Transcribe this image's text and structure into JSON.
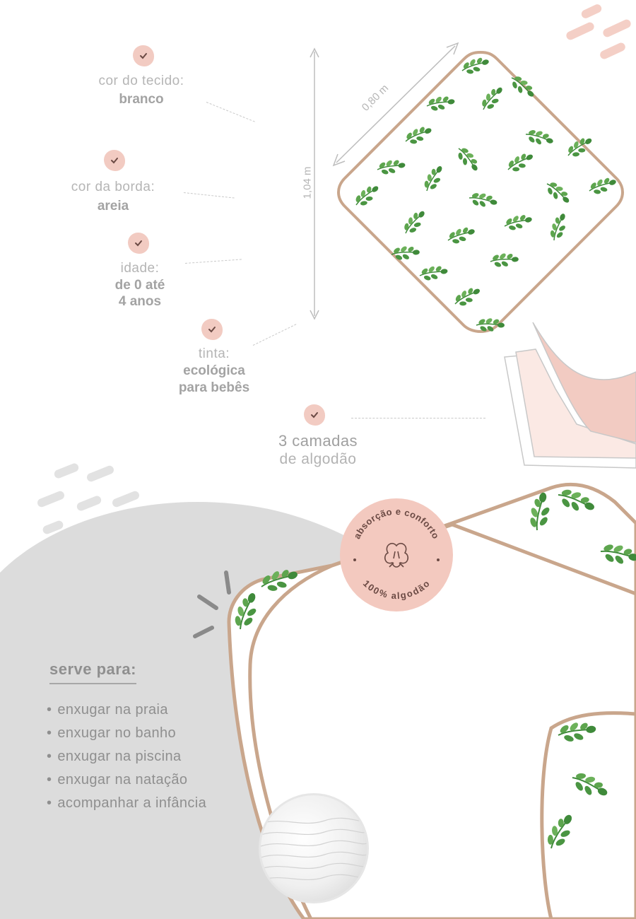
{
  "features": [
    {
      "label": "cor do tecido:",
      "value_lines": [
        "branco"
      ]
    },
    {
      "label": "cor da borda:",
      "value_lines": [
        "areia"
      ]
    },
    {
      "label": "idade:",
      "value_lines": [
        "de 0 até",
        "4 anos"
      ]
    },
    {
      "label": "tinta:",
      "value_lines": [
        "ecológica",
        "para bebês"
      ]
    }
  ],
  "layers": {
    "line1": "3 camadas",
    "line2": "de algodão"
  },
  "dimensions": {
    "width": "0,80 m",
    "height": "1,04 m"
  },
  "badge": {
    "top_text": "absorção e conforto",
    "bottom_text": "100% algodão",
    "icon": "cotton-flower-icon"
  },
  "uses": {
    "title": "serve para:",
    "items": [
      "enxugar na praia",
      "enxugar no banho",
      "enxugar na piscina",
      "enxugar na natação",
      "acompanhar a infância"
    ]
  },
  "colors": {
    "accent_pink": "#f2cbc2",
    "border_sand": "#c9a68c",
    "leaf_green": "#4f9a45",
    "gray_blob": "#dcdcdc"
  }
}
